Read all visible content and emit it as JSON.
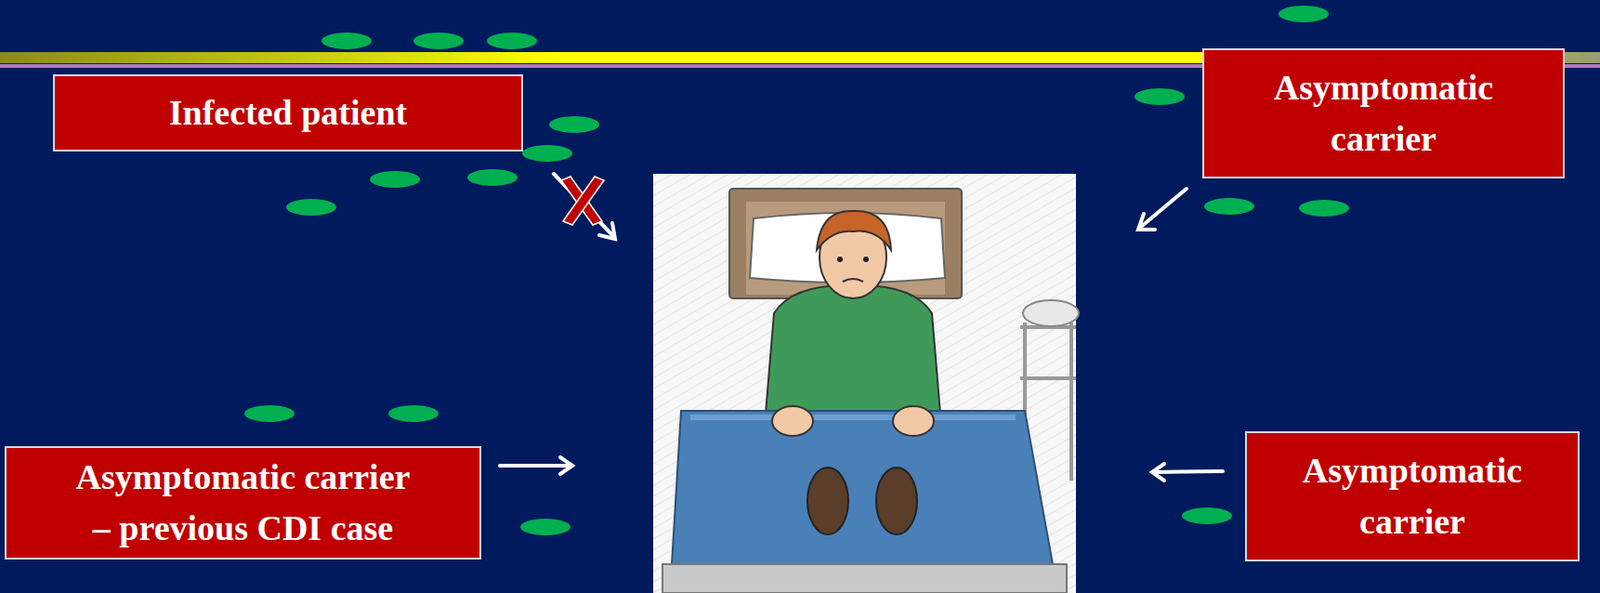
{
  "diagram": {
    "nodes": [
      {
        "text": [
          "Infected patient"
        ]
      },
      {
        "text": [
          "Asymptomatic carrier"
        ]
      },
      {
        "text": [
          "Asymptomatic carrier – previous CDI case"
        ]
      },
      {
        "text": [
          "Asymptomatic carrier"
        ]
      }
    ]
  }
}
